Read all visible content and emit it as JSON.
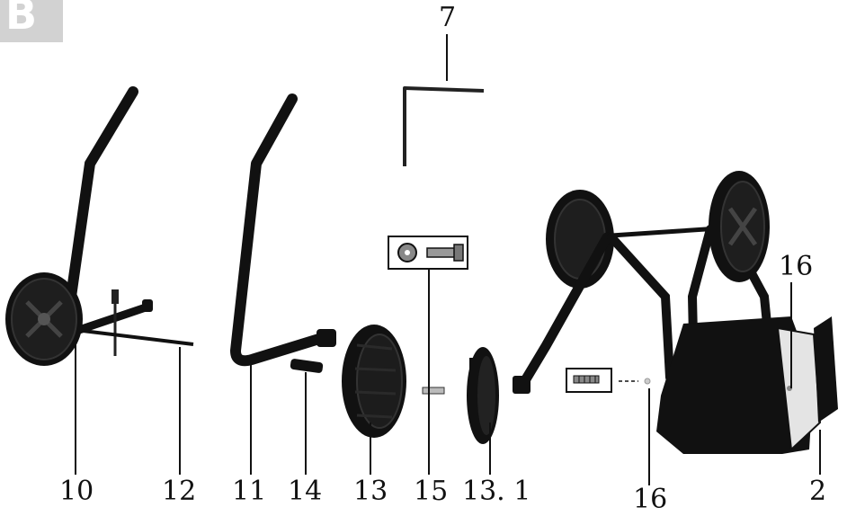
{
  "section_badge": "B",
  "part_labels": {
    "p7": "7",
    "p10": "10",
    "p12": "12",
    "p11": "11",
    "p14": "14",
    "p13": "13",
    "p15": "15",
    "p13_1": "13. 1",
    "p16_top": "16",
    "p16_bottom": "16",
    "p2": "2"
  },
  "colors": {
    "part": "#111111",
    "part_dark": "#1e1e1e",
    "hub": "#555555",
    "leader": "#111111",
    "badge_bg": "#d2d2d2"
  }
}
